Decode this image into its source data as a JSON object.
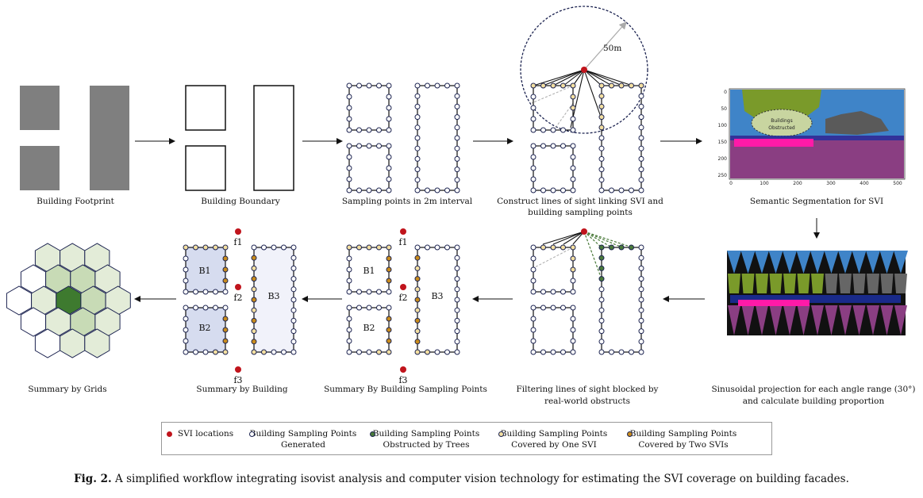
{
  "panels": {
    "footprint": "Building Footprint",
    "boundary": "Building Boundary",
    "sampling": "Sampling points in 2m interval",
    "sightlines_1": "Construct lines of sight linking SVI and",
    "sightlines_2": "building sampling points",
    "segmentation": "Semantic Segmentation for SVI",
    "projection_1": "Sinusoidal projection for each angle range (30°)",
    "projection_2": "and calculate building proportion",
    "filtering_1": "Filtering lines of sight blocked by",
    "filtering_2": "real-world obstructs",
    "summary_points": "Summary By Building Sampling Points",
    "summary_building": "Summary by Building",
    "summary_grids": "Summary by Grids"
  },
  "radius_label": "50m",
  "obstructed_label_1": "Buildings",
  "obstructed_label_2": "Obstructed",
  "seg_axis": {
    "y_ticks": [
      "0",
      "50",
      "100",
      "150",
      "200",
      "250"
    ],
    "x_ticks": [
      "0",
      "100",
      "200",
      "300",
      "400",
      "500"
    ]
  },
  "buildings": [
    "B1",
    "B2",
    "B3"
  ],
  "facade_points": [
    "f1",
    "f2",
    "f3"
  ],
  "legend": [
    {
      "label_1": "SVI locations",
      "label_2": "",
      "color": "#c0141c",
      "hollow": false
    },
    {
      "label_1": "Building Sampling Points",
      "label_2": "Generated",
      "color": "#ffffff",
      "hollow": true
    },
    {
      "label_1": "Building Sampling Points",
      "label_2": "Obstructed by Trees",
      "color": "#4a7a3a",
      "hollow": false
    },
    {
      "label_1": "Building Sampling Points",
      "label_2": "Covered by One SVI",
      "color": "#f3dfa1",
      "hollow": false
    },
    {
      "label_1": "Building Sampling Points",
      "label_2": "Covered by Two SVIs",
      "color": "#c98c1c",
      "hollow": false
    }
  ],
  "caption": {
    "label": "Fig. 2.",
    "text": "A simplified workflow integrating isovist analysis and computer vision technology for estimating the SVI coverage on building facades."
  },
  "colors": {
    "navy": "#1c2350",
    "svi_red": "#c0141c",
    "tree_green": "#4a7a3a",
    "one_svi": "#f3dfa1",
    "two_svi": "#c98c1c",
    "footprint_gray": "#7f7f7f"
  }
}
